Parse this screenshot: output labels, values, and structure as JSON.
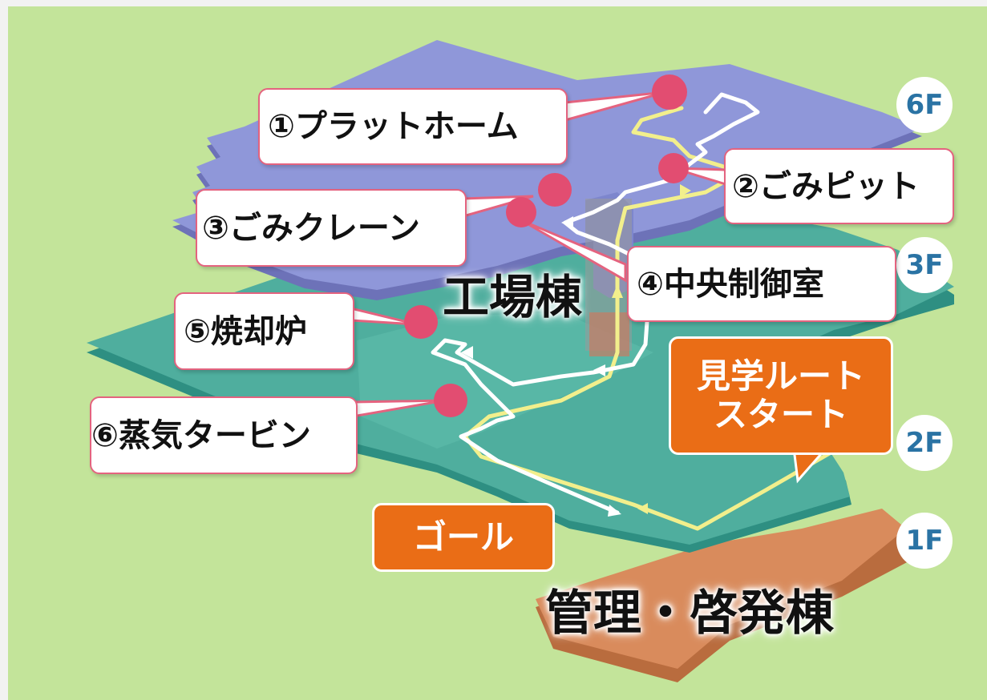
{
  "colors": {
    "background_green": "#c3e49a",
    "floor_6f_purple": "#8f97d9",
    "floor_teal": "#4fae9e",
    "admin_building_brown": "#d98b5c",
    "callout_border_pink": "#e4637f",
    "marker_pink": "#e24d71",
    "route_label_orange": "#ea6d16",
    "floor_badge_text_blue": "#2a73a4",
    "route_yellow": "#f2ef8c",
    "route_white": "#ffffff"
  },
  "floors": [
    {
      "label": "6F"
    },
    {
      "label": "3F"
    },
    {
      "label": "2F"
    },
    {
      "label": "1F"
    }
  ],
  "buildings": {
    "plant": "工場棟",
    "admin": "管理・啓発棟"
  },
  "stops": [
    {
      "label": "①プラットホーム"
    },
    {
      "label": "②ごみピット"
    },
    {
      "label": "③ごみクレーン"
    },
    {
      "label": "④中央制御室"
    },
    {
      "label": "⑤焼却炉"
    },
    {
      "label": "⑥蒸気タービン"
    }
  ],
  "route": {
    "start_line1": "見学ルート",
    "start_line2": "スタート",
    "goal": "ゴール"
  },
  "icons": [
    "location-marker-icon",
    "route-arrow-icon"
  ]
}
